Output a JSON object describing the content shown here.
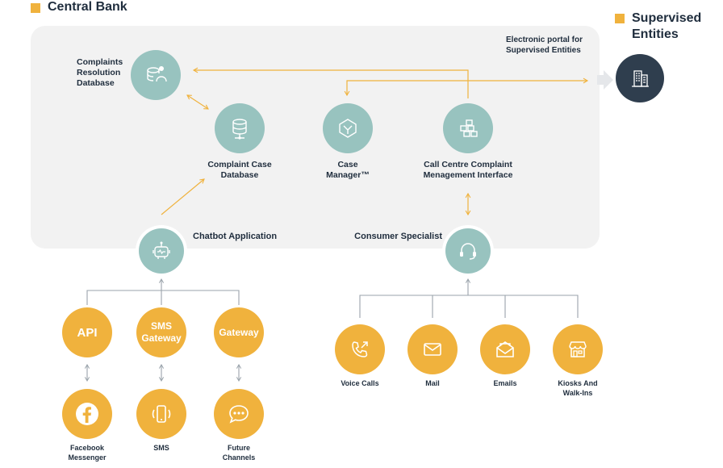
{
  "legend": {
    "central_bank": "Central Bank",
    "supervised_entities": "Supervised\nEntities"
  },
  "portal_label": "Electronic portal for\nSupervised Entities",
  "nodes": {
    "complaints_resolution_db": "Complaints\nResolution\nDatabase",
    "complaint_case_db": "Complaint Case\nDatabase",
    "case_manager": "Case\nManager™",
    "call_centre_interface": "Call Centre Complaint\nMenagement Interface",
    "chatbot_application": "Chatbot Application",
    "consumer_specialist": "Consumer Specialist"
  },
  "channels_left": {
    "api": "API",
    "sms_gateway": "SMS\nGateway",
    "gateway": "Gateway",
    "facebook_messenger": "Facebook\nMessenger",
    "sms": "SMS",
    "future_channels": "Future\nChannels"
  },
  "channels_right": {
    "voice_calls": "Voice Calls",
    "mail": "Mail",
    "emails": "Emails",
    "kiosks": "Kiosks And\nWalk-Ins"
  },
  "colors": {
    "accent_orange": "#f0b23d",
    "teal": "#98c3bf",
    "navy": "#2f3e4e",
    "panel": "#f2f2f2"
  },
  "icons": {
    "complaints_resolution_db": "database-user-icon",
    "complaint_case_db": "database-icon",
    "case_manager": "case-manager-icon",
    "call_centre_interface": "blocks-icon",
    "chatbot_application": "robot-icon",
    "consumer_specialist": "headset-icon",
    "supervised_entities": "building-icon",
    "facebook_messenger": "facebook-icon",
    "sms": "phone-vibrate-icon",
    "future_channels": "chat-bubble-icon",
    "voice_calls": "phone-call-icon",
    "mail": "envelope-icon",
    "emails": "open-envelope-icon",
    "kiosks": "storefront-icon"
  }
}
